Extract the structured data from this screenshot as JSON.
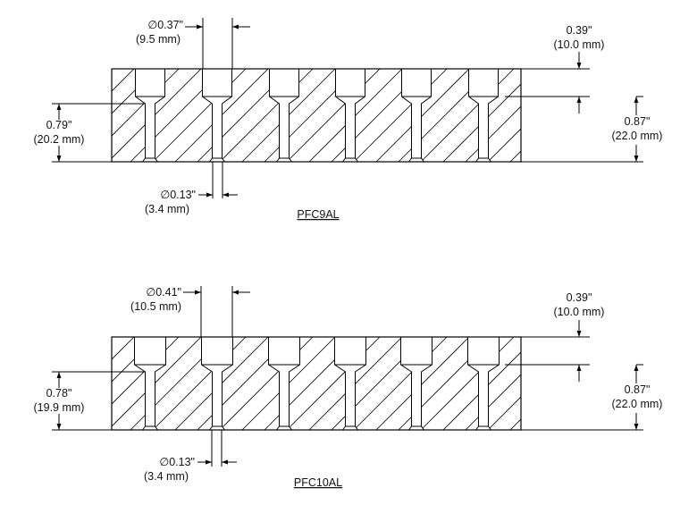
{
  "drawings": [
    {
      "part": "PFC9AL",
      "counterbore_dia": "∅0.37\"",
      "counterbore_dia_mm": "(9.5 mm)",
      "counterbore_depth": "0.39\"",
      "counterbore_depth_mm": "(10.0 mm)",
      "through_hole_depth": "0.79\"",
      "through_hole_depth_mm": "(20.2 mm)",
      "block_thickness": "0.87\"",
      "block_thickness_mm": "(22.0 mm)",
      "through_hole_dia": "∅0.13\"",
      "through_hole_dia_mm": "(3.4 mm)",
      "hole_count": 6
    },
    {
      "part": "PFC10AL",
      "counterbore_dia": "∅0.41\"",
      "counterbore_dia_mm": "(10.5 mm)",
      "counterbore_depth": "0.39\"",
      "counterbore_depth_mm": "(10.0 mm)",
      "through_hole_depth": "0.78\"",
      "through_hole_depth_mm": "(19.9 mm)",
      "block_thickness": "0.87\"",
      "block_thickness_mm": "(22.0 mm)",
      "through_hole_dia": "∅0.13\"",
      "through_hole_dia_mm": "(3.4 mm)",
      "hole_count": 6
    }
  ]
}
